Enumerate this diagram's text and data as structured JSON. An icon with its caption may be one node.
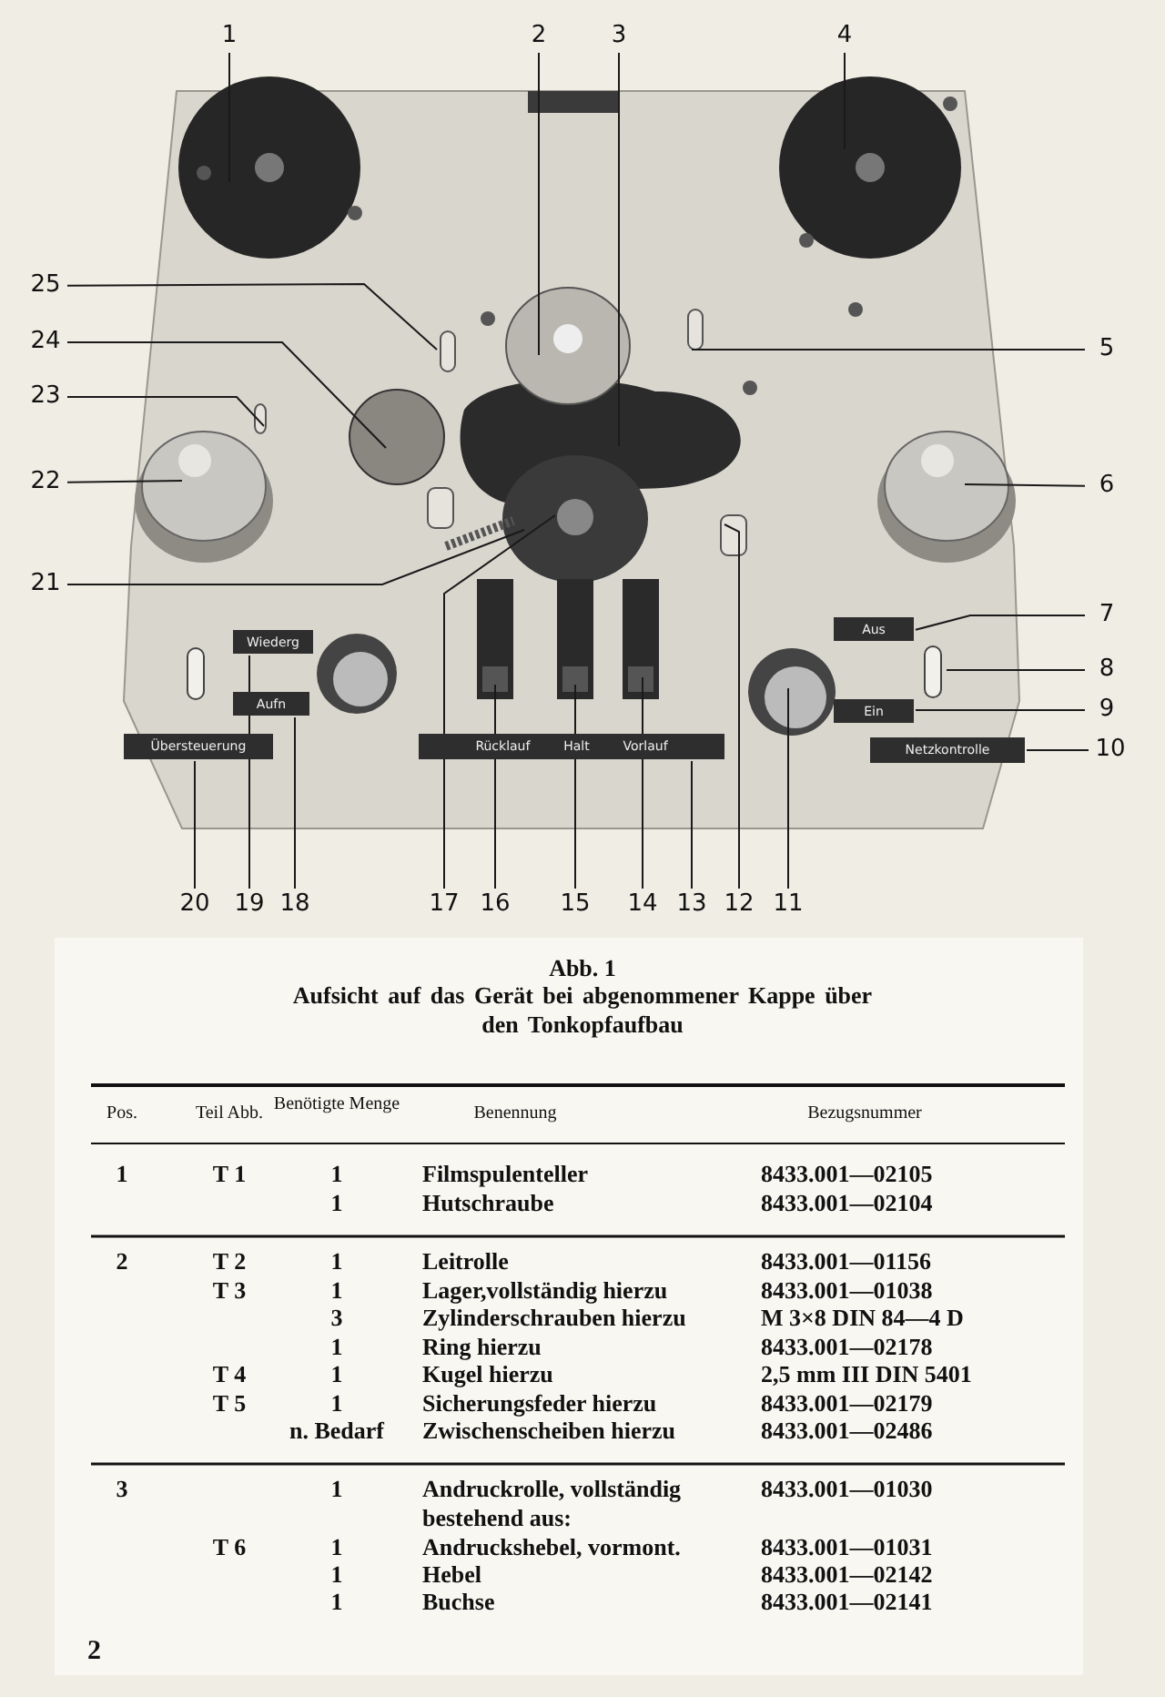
{
  "diagram": {
    "title": "Abb. 1",
    "caption": "Aufsicht auf das Gerät bei abgenommener Kappe über den Tonkopfaufbau",
    "nodes": [
      {
        "text": [
          "1"
        ]
      },
      {
        "text": [
          "2"
        ]
      },
      {
        "text": [
          "3"
        ]
      },
      {
        "text": [
          "4"
        ]
      },
      {
        "text": [
          "5"
        ]
      },
      {
        "text": [
          "6"
        ]
      },
      {
        "text": [
          "7"
        ]
      },
      {
        "text": [
          "8"
        ]
      },
      {
        "text": [
          "9"
        ]
      },
      {
        "text": [
          "10"
        ]
      },
      {
        "text": [
          "11"
        ]
      },
      {
        "text": [
          "12"
        ]
      },
      {
        "text": [
          "13"
        ]
      },
      {
        "text": [
          "14"
        ]
      },
      {
        "text": [
          "15"
        ]
      },
      {
        "text": [
          "16"
        ]
      },
      {
        "text": [
          "17"
        ]
      },
      {
        "text": [
          "18"
        ]
      },
      {
        "text": [
          "19"
        ]
      },
      {
        "text": [
          "20"
        ]
      },
      {
        "text": [
          "21"
        ]
      },
      {
        "text": [
          "22"
        ]
      },
      {
        "text": [
          "23"
        ]
      },
      {
        "text": [
          "24"
        ]
      },
      {
        "text": [
          "25"
        ]
      },
      {
        "text": [
          "Wiederg"
        ]
      },
      {
        "text": [
          "Aus"
        ]
      },
      {
        "text": [
          "Aufn"
        ]
      },
      {
        "text": [
          "Ein"
        ]
      },
      {
        "text": [
          "Übersteuerung"
        ]
      },
      {
        "text": [
          "Rücklauf",
          "Halt",
          "Vorlauf"
        ]
      },
      {
        "text": [
          "Netzkontrolle"
        ]
      }
    ],
    "edges": [
      {
        "from": 0,
        "to": null,
        "arrow": "none"
      },
      {
        "from": 1,
        "to": null,
        "arrow": "none"
      },
      {
        "from": 2,
        "to": null,
        "arrow": "none"
      },
      {
        "from": 3,
        "to": null,
        "arrow": "none"
      },
      {
        "from": 4,
        "to": null,
        "arrow": "none"
      },
      {
        "from": 5,
        "to": null,
        "arrow": "none"
      },
      {
        "from": 6,
        "to": 26,
        "arrow": "none"
      },
      {
        "from": 7,
        "to": null,
        "arrow": "none"
      },
      {
        "from": 8,
        "to": 28,
        "arrow": "none"
      },
      {
        "from": 9,
        "to": 31,
        "arrow": "none"
      },
      {
        "from": 10,
        "to": null,
        "arrow": "none"
      },
      {
        "from": 11,
        "to": null,
        "arrow": "none"
      },
      {
        "from": 12,
        "to": 30,
        "arrow": "none"
      },
      {
        "from": 13,
        "to": null,
        "arrow": "none"
      },
      {
        "from": 14,
        "to": null,
        "arrow": "none"
      },
      {
        "from": 15,
        "to": null,
        "arrow": "none"
      },
      {
        "from": 16,
        "to": null,
        "arrow": "none"
      },
      {
        "from": 17,
        "to": 27,
        "arrow": "none"
      },
      {
        "from": 18,
        "to": 25,
        "arrow": "none"
      },
      {
        "from": 19,
        "to": 29,
        "arrow": "none"
      },
      {
        "from": 20,
        "to": null,
        "arrow": "none"
      },
      {
        "from": 21,
        "to": null,
        "arrow": "none"
      },
      {
        "from": 22,
        "to": null,
        "arrow": "none"
      },
      {
        "from": 23,
        "to": null,
        "arrow": "none"
      },
      {
        "from": 24,
        "to": null,
        "arrow": "none"
      }
    ],
    "labels": [
      "Pos.",
      "Teil Abb.",
      "Benötigte Menge",
      "Benennung",
      "Bezugsnummer",
      "1",
      "T 1",
      "1",
      "Filmspulenteller",
      "8433.001—02105",
      "1",
      "Hutschraube",
      "8433.001—02104",
      "2",
      "T 2",
      "1",
      "Leitrolle",
      "8433.001—01156",
      "T 3",
      "1",
      "Lager,vollständig hierzu",
      "8433.001—01038",
      "3",
      "Zylinderschrauben hierzu",
      "M 3×8 DIN 84—4 D",
      "1",
      "Ring hierzu",
      "8433.001—02178",
      "T 4",
      "1",
      "Kugel hierzu",
      "2,5 mm III DIN 5401",
      "T 5",
      "1",
      "Sicherungsfeder hierzu",
      "8433.001—02179",
      "n. Bedarf",
      "Zwischenscheiben hierzu",
      "8433.001—02486",
      "3",
      "1",
      "Andruckrolle, vollständig bestehend aus:",
      "8433.001—01030",
      "T 6",
      "1",
      "Andruckshebel, vormont.",
      "8433.001—01031",
      "1",
      "Hebel",
      "8433.001—02142",
      "1",
      "Buchse",
      "8433.001—02141",
      "2"
    ]
  }
}
